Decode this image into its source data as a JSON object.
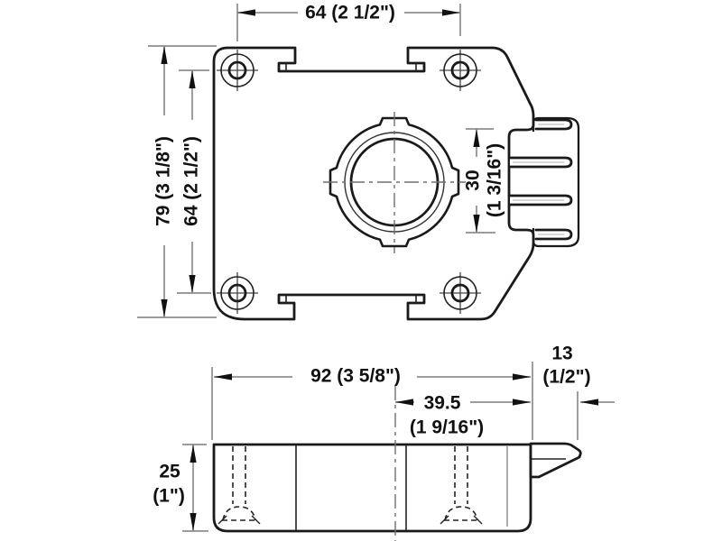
{
  "colors": {
    "background": "#ffffff",
    "outline": "#1a1a1a",
    "dimension_line": "#8e8e8e",
    "label_text": "#111111"
  },
  "top_view": {
    "dim_width_top": "64 (2 1/2\")",
    "dim_height_outer": "79 (3 1/8\")",
    "dim_height_inner": "64 (2 1/2\")",
    "dim_bore_mm": "30",
    "dim_bore_in": "(1 3/16\")"
  },
  "side_view": {
    "dim_width": "92 (3 5/8\")",
    "dim_offset_mm": "39.5",
    "dim_offset_in": "(1 9/16\")",
    "dim_lip_mm": "13",
    "dim_lip_in": "(1/2\")",
    "dim_height_mm": "25",
    "dim_height_in": "(1\")"
  }
}
